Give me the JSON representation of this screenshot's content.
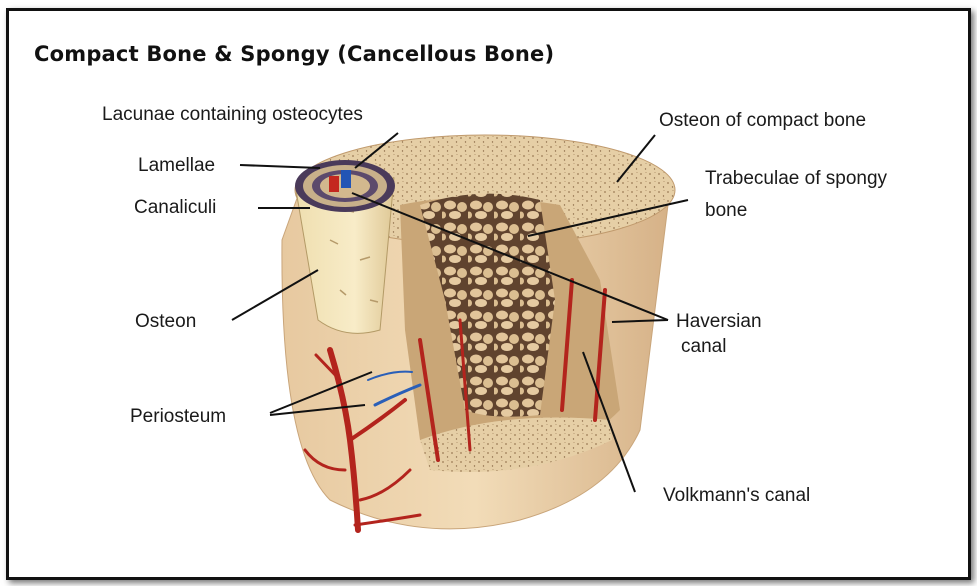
{
  "title": "Compact Bone & Spongy (Cancellous Bone)",
  "labels": {
    "lacunae": "Lacunae containing osteocytes",
    "lamellae": "Lamellae",
    "canaliculi": "Canaliculi",
    "osteon": "Osteon",
    "periosteum": "Periosteum",
    "osteon_compact": "Osteon of compact bone",
    "trabeculae_line1": "Trabeculae of spongy",
    "trabeculae_line2": "bone",
    "haversian_line1": "Haversian",
    "haversian_line2": "canal",
    "volkmann": "Volkmann's canal"
  },
  "colors": {
    "bone_light": "#e9d3ad",
    "bone_mid": "#d9b98a",
    "bone_dark": "#b8936a",
    "vessel_red": "#b3241d",
    "vessel_blue": "#2a5fb8",
    "outline": "#111111"
  }
}
